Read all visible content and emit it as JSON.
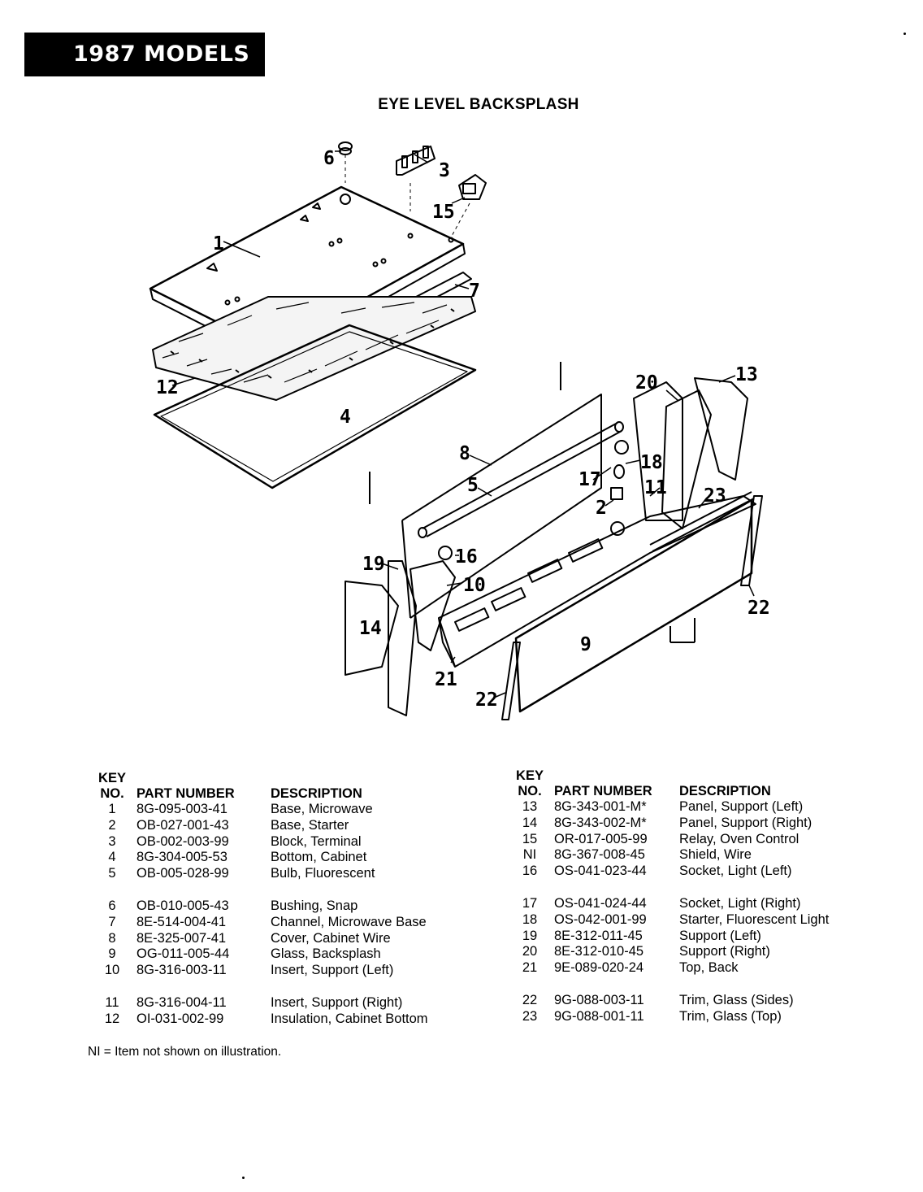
{
  "banner": "1987 MODELS",
  "title": "EYE LEVEL BACKSPLASH",
  "callouts": [
    "1",
    "2",
    "3",
    "4",
    "5",
    "6",
    "7",
    "8",
    "9",
    "10",
    "11",
    "12",
    "13",
    "14",
    "15",
    "16",
    "17",
    "18",
    "19",
    "20",
    "21",
    "22",
    "22",
    "23"
  ],
  "table_left": {
    "header_key": "KEY\nNO.",
    "header_part": "PART NUMBER",
    "header_desc": "DESCRIPTION",
    "rows": [
      {
        "key": "1",
        "part": "8G-095-003-41",
        "desc": "Base, Microwave"
      },
      {
        "key": "2",
        "part": "OB-027-001-43",
        "desc": "Base, Starter"
      },
      {
        "key": "3",
        "part": "OB-002-003-99",
        "desc": "Block, Terminal"
      },
      {
        "key": "4",
        "part": "8G-304-005-53",
        "desc": "Bottom, Cabinet"
      },
      {
        "key": "5",
        "part": "OB-005-028-99",
        "desc": "Bulb, Fluorescent"
      },
      {
        "key": "6",
        "part": "OB-010-005-43",
        "desc": "Bushing, Snap"
      },
      {
        "key": "7",
        "part": "8E-514-004-41",
        "desc": "Channel, Microwave Base"
      },
      {
        "key": "8",
        "part": "8E-325-007-41",
        "desc": "Cover, Cabinet Wire"
      },
      {
        "key": "9",
        "part": "OG-011-005-44",
        "desc": "Glass, Backsplash"
      },
      {
        "key": "10",
        "part": "8G-316-003-11",
        "desc": "Insert, Support (Left)"
      },
      {
        "key": "11",
        "part": "8G-316-004-11",
        "desc": "Insert, Support (Right)"
      },
      {
        "key": "12",
        "part": "OI-031-002-99",
        "desc": "Insulation, Cabinet Bottom"
      }
    ]
  },
  "table_right": {
    "header_key": "KEY\nNO.",
    "header_part": "PART NUMBER",
    "header_desc": "DESCRIPTION",
    "rows": [
      {
        "key": "13",
        "part": "8G-343-001-M*",
        "desc": "Panel, Support (Left)"
      },
      {
        "key": "14",
        "part": "8G-343-002-M*",
        "desc": "Panel, Support (Right)"
      },
      {
        "key": "15",
        "part": "OR-017-005-99",
        "desc": "Relay, Oven Control"
      },
      {
        "key": "NI",
        "part": "8G-367-008-45",
        "desc": "Shield, Wire"
      },
      {
        "key": "16",
        "part": "OS-041-023-44",
        "desc": "Socket, Light (Left)"
      },
      {
        "key": "17",
        "part": "OS-041-024-44",
        "desc": "Socket, Light (Right)"
      },
      {
        "key": "18",
        "part": "OS-042-001-99",
        "desc": "Starter, Fluorescent Light"
      },
      {
        "key": "19",
        "part": "8E-312-011-45",
        "desc": "Support (Left)"
      },
      {
        "key": "20",
        "part": "8E-312-010-45",
        "desc": "Support (Right)"
      },
      {
        "key": "21",
        "part": "9E-089-020-24",
        "desc": "Top, Back"
      },
      {
        "key": "22",
        "part": "9G-088-003-11",
        "desc": "Trim, Glass (Sides)"
      },
      {
        "key": "23",
        "part": "9G-088-001-11",
        "desc": "Trim, Glass (Top)"
      }
    ]
  },
  "footnote": "NI = Item not shown on illustration."
}
